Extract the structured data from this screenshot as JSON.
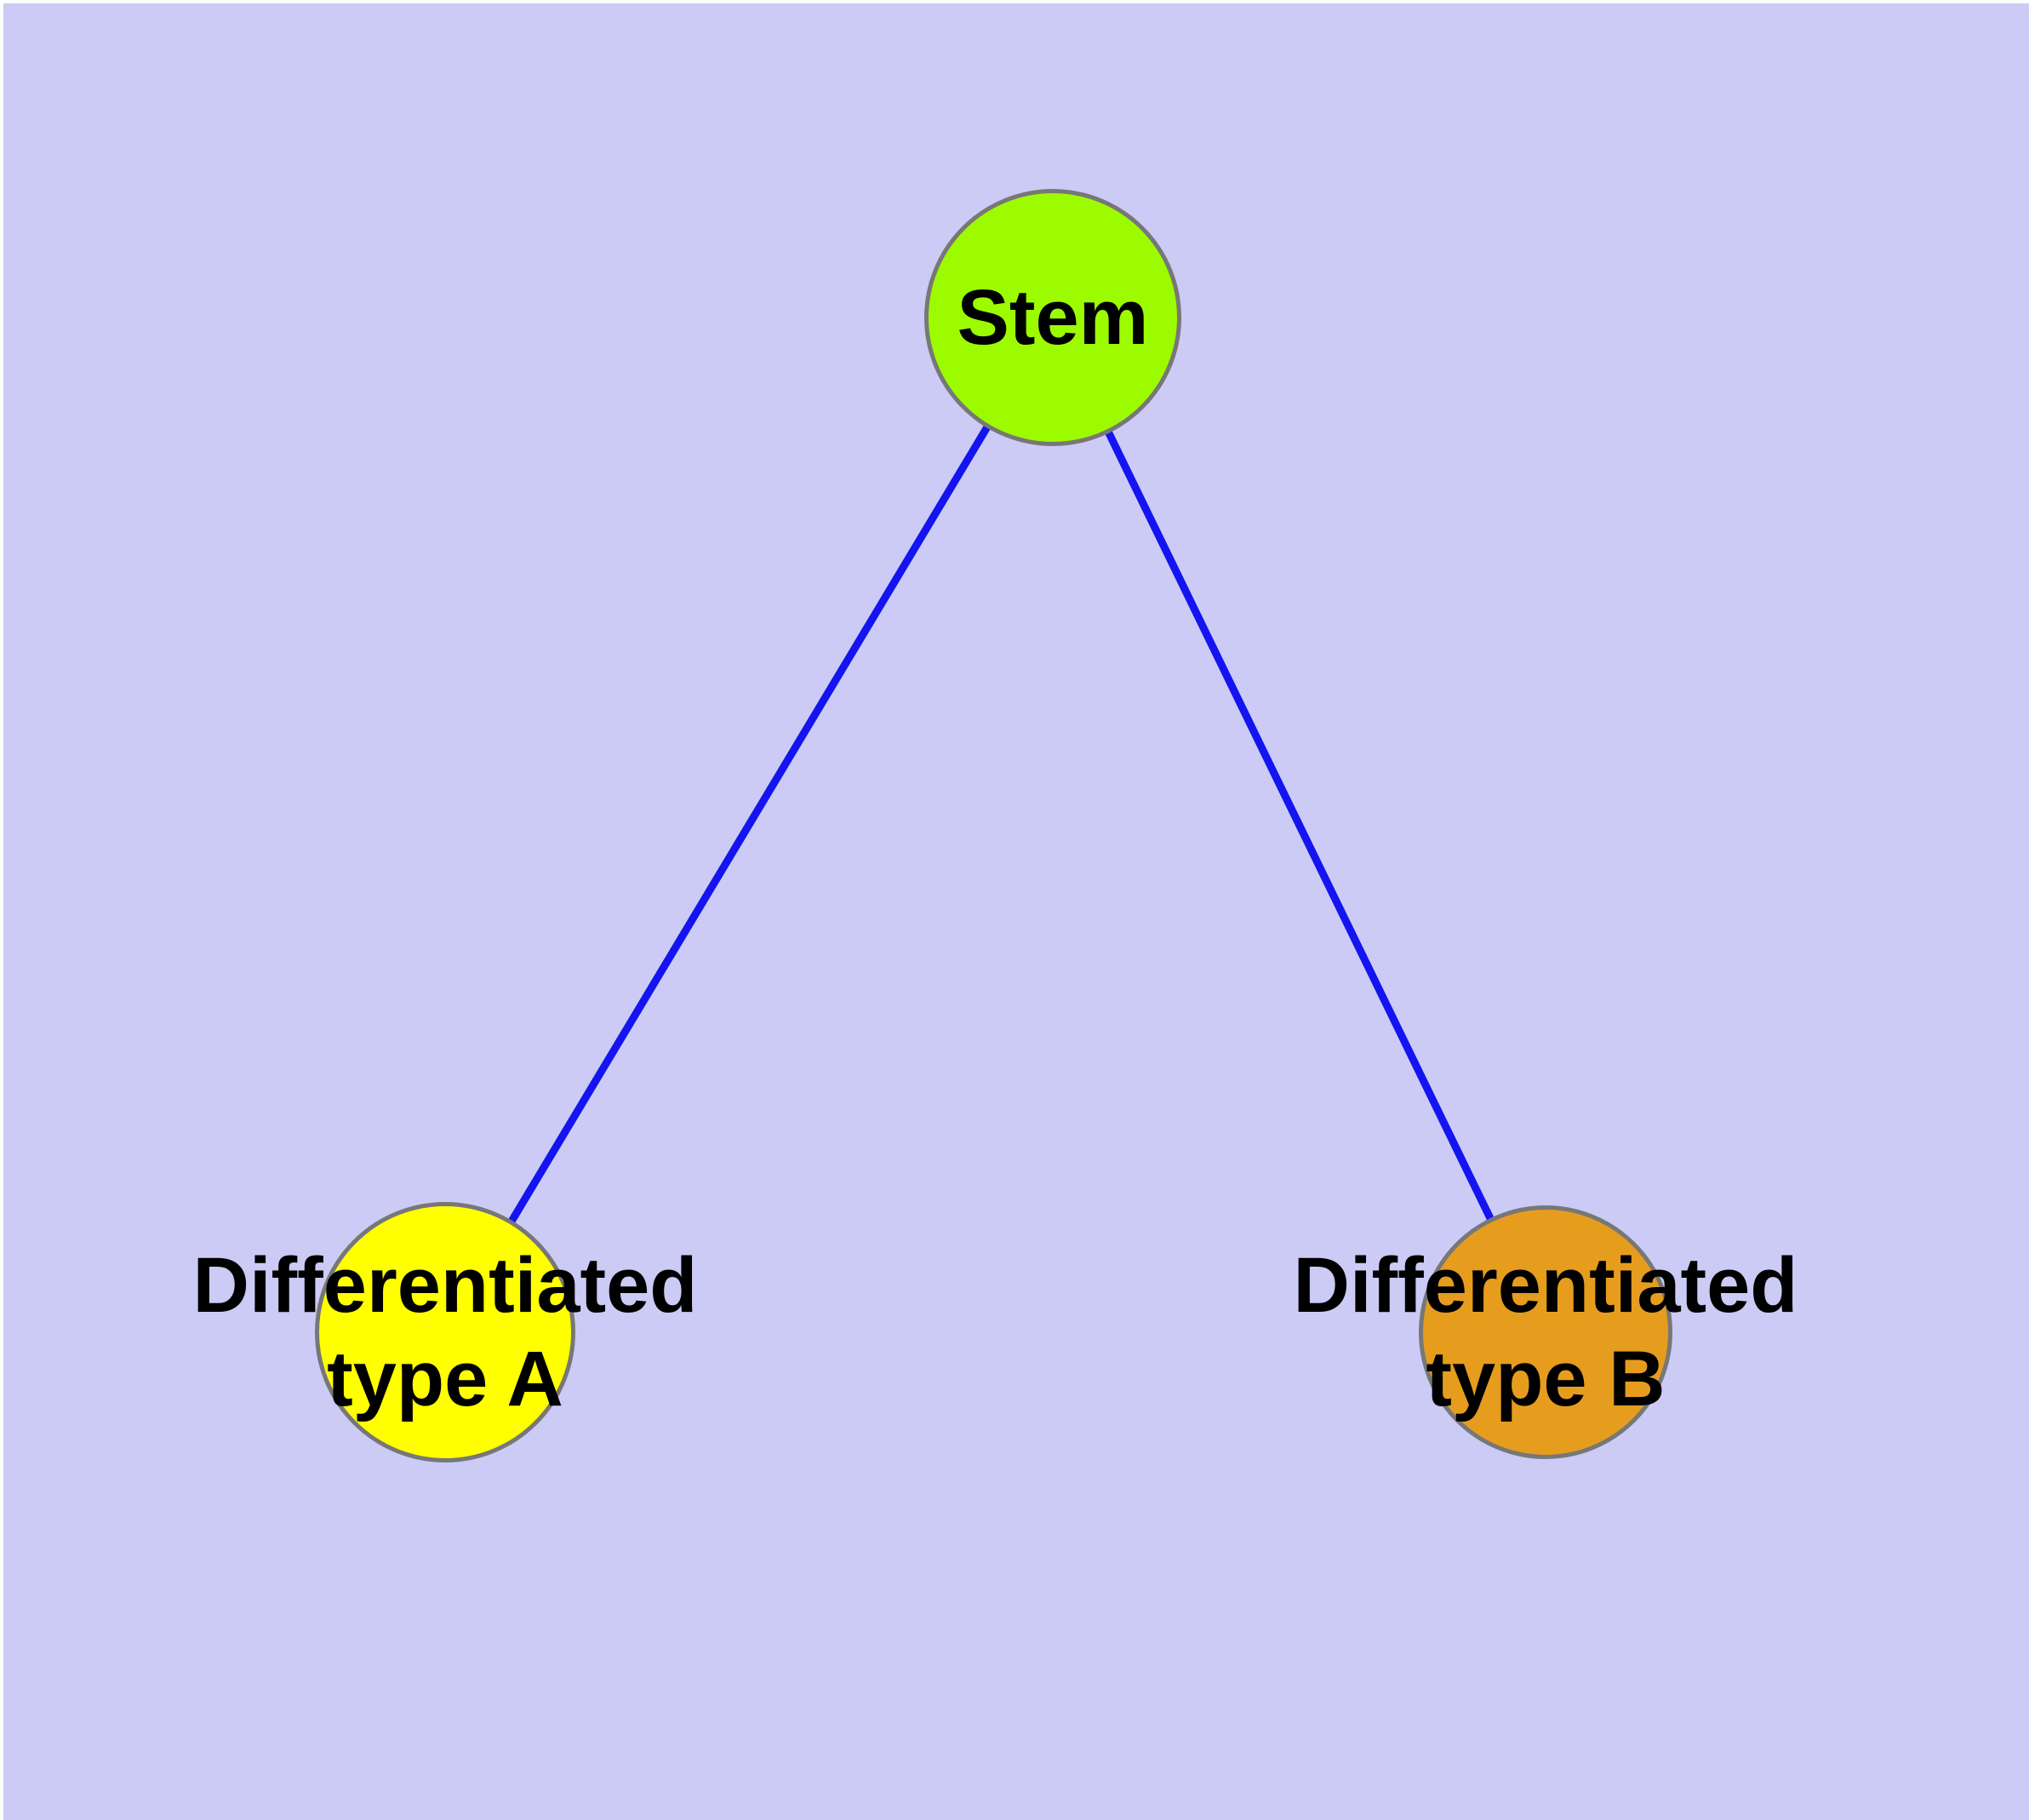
{
  "diagram": {
    "type": "graph",
    "description": "Cell differentiation hierarchy: a stem node linked to two differentiated cell-type nodes",
    "background_color": "#cbcbf5",
    "frame_color": "#ffffff",
    "edge_color": "#1414f0",
    "node_border_color": "#777777",
    "label_color": "#000000",
    "nodes": [
      {
        "id": "stem",
        "label": "Stem",
        "lines": [
          "Stem"
        ],
        "fill": "#9dfb00",
        "shape": "circle"
      },
      {
        "id": "diff-a",
        "label": "Differentiated type A",
        "lines": [
          "Differentiated",
          "type A"
        ],
        "fill": "#ffff00",
        "shape": "circle"
      },
      {
        "id": "diff-b",
        "label": "Differentiated type B",
        "lines": [
          "Differentiated",
          "type B"
        ],
        "fill": "#e69d1e",
        "shape": "circle"
      }
    ],
    "edges": [
      {
        "from": "Stem",
        "to": "Differentiated type A"
      },
      {
        "from": "Stem",
        "to": "Differentiated type B"
      }
    ]
  }
}
